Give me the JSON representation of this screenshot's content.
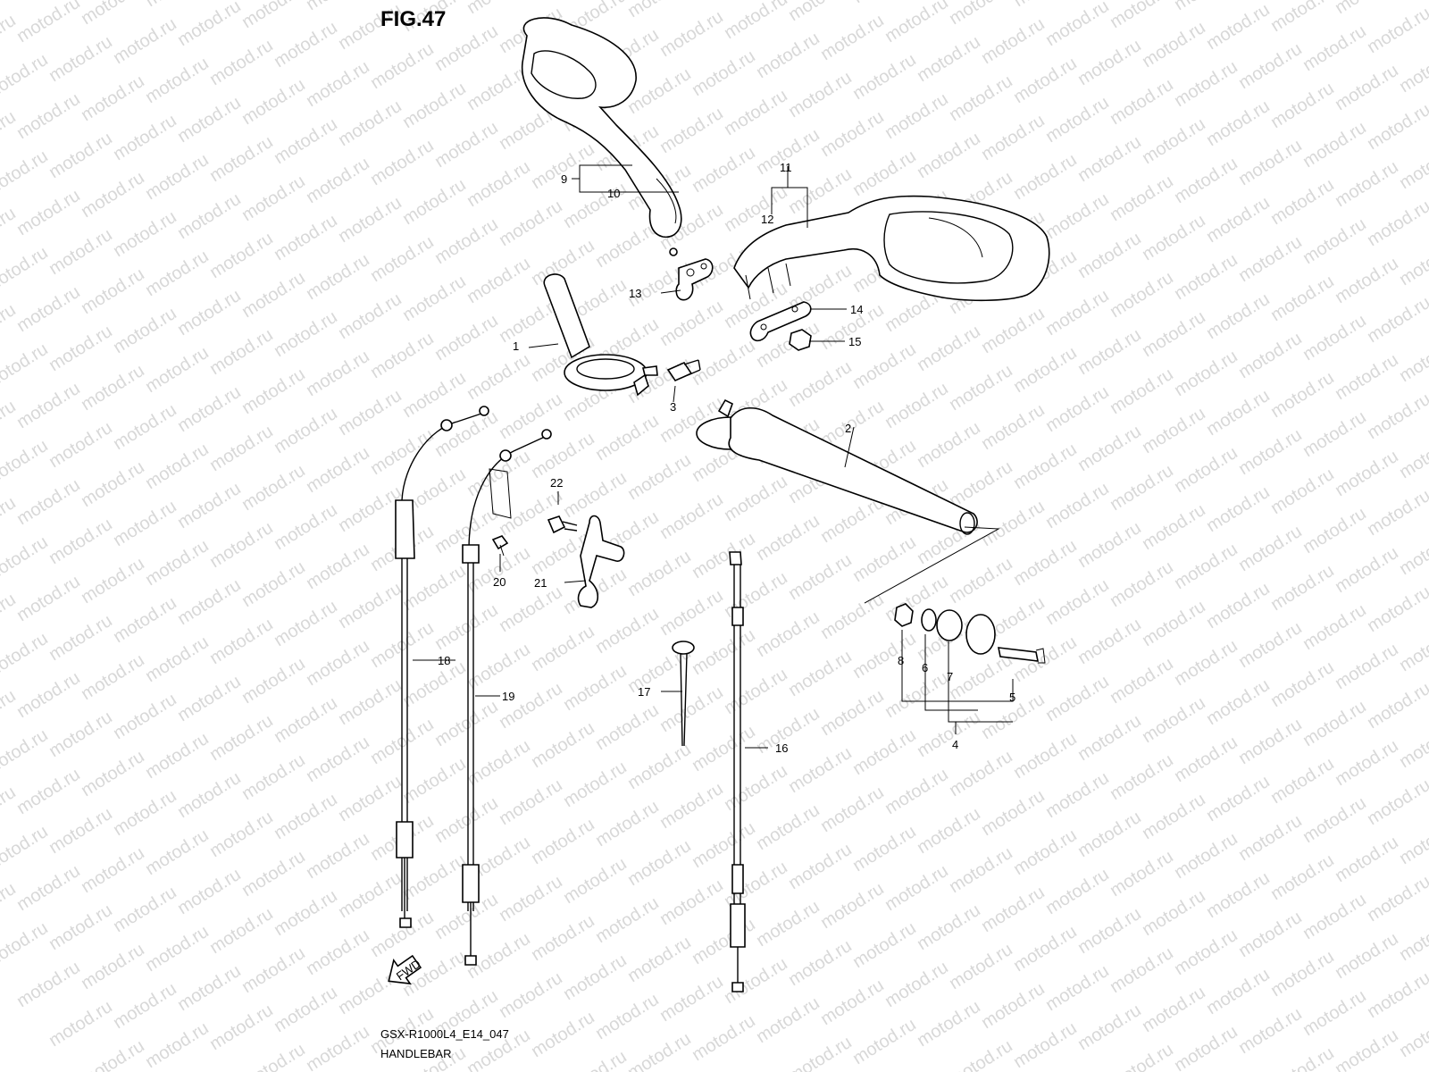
{
  "figure": {
    "title": "FIG.47"
  },
  "footer": {
    "code": "GSX-R1000L4_E14_047",
    "name": "HANDLEBAR"
  },
  "watermark": {
    "text": "motod.ru"
  },
  "fwd_label": "FWD",
  "callouts": [
    "1",
    "2",
    "3",
    "4",
    "5",
    "6",
    "7",
    "8",
    "9",
    "10",
    "11",
    "12",
    "13",
    "14",
    "15",
    "16",
    "17",
    "18",
    "19",
    "20",
    "21",
    "22"
  ]
}
